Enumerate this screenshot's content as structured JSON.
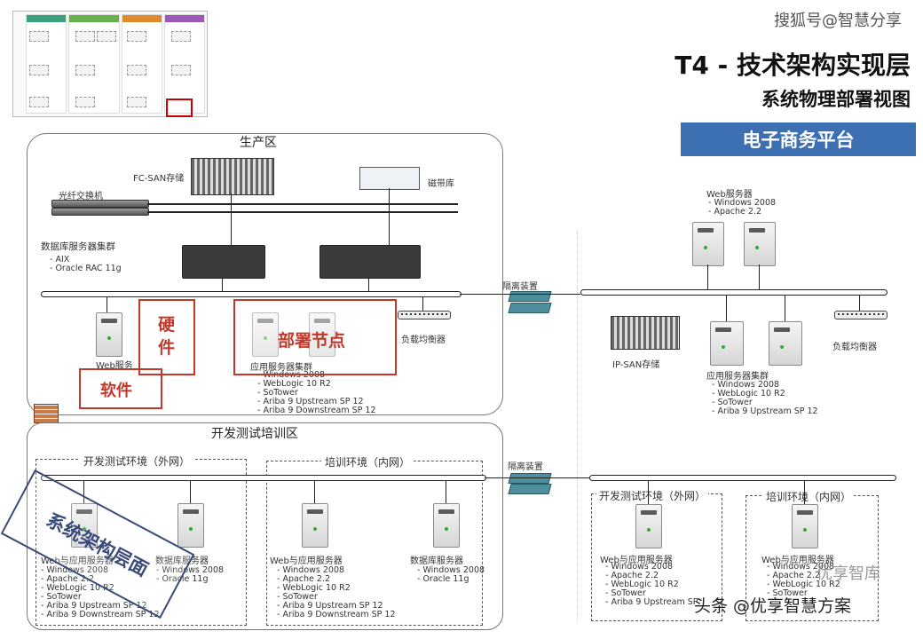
{
  "watermark_top": "搜狐号@智慧分享",
  "title_line1": "T4 - 技术架构实现层",
  "title_line2": "系统物理部署视图",
  "banner": "电子商务平台",
  "zones": {
    "production": "生产区",
    "devtest": "开发测试培训区",
    "dev_ext_left": "开发测试环境（外网）",
    "train_int_left": "培训环境（内网）",
    "dev_ext_right": "开发测试环境（外网）",
    "train_int_right": "培训环境（内网）"
  },
  "labels": {
    "fc_san": "FC-SAN存储",
    "tape": "磁带库",
    "fiber_switch": "光纤交换机",
    "db_cluster": "数据库服务器集群",
    "isolation_top": "隔离装置",
    "isolation_bottom": "隔离装置",
    "lb_left": "负载均衡器",
    "lb_right": "负载均衡器",
    "web_left": "Web服务",
    "app_cluster_left": "应用服务器集群",
    "web_servers_right": "Web服务器",
    "ip_san": "IP-SAN存储",
    "app_cluster_right": "应用服务器集群",
    "dev1_webapp": "Web与应用服务器",
    "dev1_db": "数据库服务器",
    "train1_webapp": "Web与应用服务器",
    "train1_db": "数据库服务器",
    "dev2_webapp": "Web与应用服务器",
    "train2_webapp": "Web与应用服务器"
  },
  "lists": {
    "db_cluster": [
      "- AIX",
      "- Oracle RAC 11g"
    ],
    "web_servers_right": [
      "- Windows 2008",
      "- Apache 2.2"
    ],
    "app_cluster_left": [
      "- Windows 2008",
      "- WebLogic 10 R2",
      "- SoTower",
      "- Ariba 9 Upstream SP 12",
      "- Ariba 9 Downstream SP 12"
    ],
    "app_cluster_right": [
      "- Windows 2008",
      "- WebLogic 10 R2",
      "- SoTower",
      "- Ariba 9 Upstream SP 12"
    ],
    "dev1_webapp": [
      "- Windows 2008",
      "- Apache 2.2",
      "- WebLogic 10 R2",
      "- SoTower",
      "- Ariba 9 Upstream SP 12",
      "- Ariba 9 Downstream SP 12"
    ],
    "dev1_db": [
      "- Windows 2008",
      "- Oracle 11g"
    ],
    "train1_webapp": [
      "- Windows 2008",
      "- Apache 2.2",
      "- WebLogic 10 R2",
      "- SoTower",
      "- Ariba 9 Upstream SP 12",
      "- Ariba 9 Downstream SP 12"
    ],
    "train1_db": [
      "- Windows 2008",
      "- Oracle 11g"
    ],
    "dev2_webapp": [
      "- Windows 2008",
      "- Apache 2.2",
      "- WebLogic 10 R2",
      "- SoTower",
      "- Ariba 9 Upstream SP"
    ],
    "train2_webapp": [
      "- Windows 2008",
      "- Apache 2.2",
      "- WebLogic 10 R2",
      "- SoTower"
    ]
  },
  "annotations": {
    "hardware": "硬件",
    "software": "软件",
    "deploy_node": "部署节点",
    "stamp": "系统架构层面"
  },
  "watermark_bottom": "头条 @优享智慧方案",
  "watermark_logo": "优享智库",
  "thumbnail_headers": [
    "",
    "",
    "",
    ""
  ],
  "colors": {
    "banner": "#3d6fb3",
    "annotation": "#c0392b",
    "stamp": "#3a4b7a"
  }
}
